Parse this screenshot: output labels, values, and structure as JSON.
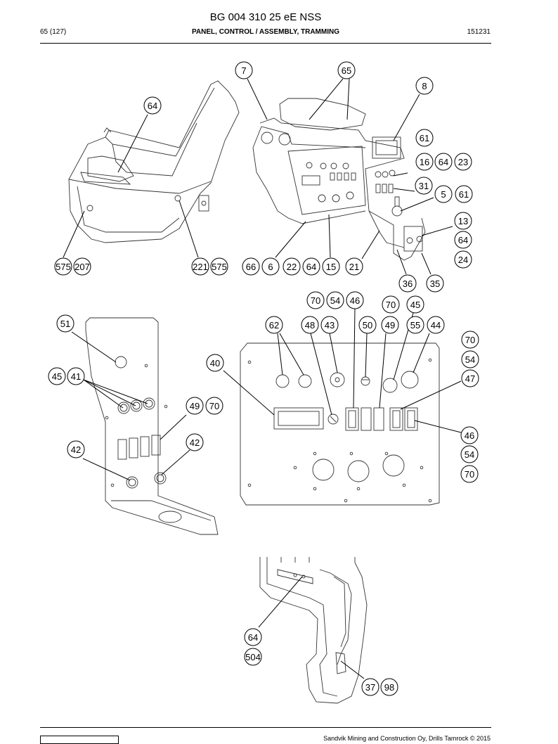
{
  "document": {
    "title": "BG 004 310 25 eE NSS",
    "page": "65 (127)",
    "section": "PANEL, CONTROL / ASSEMBLY, TRAMMING",
    "code": "151231"
  },
  "footer": {
    "text": "Sandvik Mining and Construction Oy, Drills Tamrock © 2015"
  },
  "callouts": {
    "c7": "7",
    "c65": "65",
    "c8": "8",
    "c64a": "64",
    "c61a": "61",
    "c16": "16",
    "c64b": "64",
    "c23": "23",
    "c31": "31",
    "c5": "5",
    "c61b": "61",
    "c13": "13",
    "c64c": "64",
    "c24": "24",
    "c575a": "575",
    "c207": "207",
    "c221": "221",
    "c575b": "575",
    "c66": "66",
    "c6": "6",
    "c22": "22",
    "c64d": "64",
    "c15": "15",
    "c21": "21",
    "c36": "36",
    "c35": "35",
    "c70a": "70",
    "c54a": "54",
    "c46a": "46",
    "c70b": "70",
    "c45a": "45",
    "c51": "51",
    "c62": "62",
    "c48": "48",
    "c43": "43",
    "c50": "50",
    "c49a": "49",
    "c55": "55",
    "c44": "44",
    "c70c": "70",
    "c54b": "54",
    "c40": "40",
    "c47": "47",
    "c45b": "45",
    "c41": "41",
    "c49b": "49",
    "c70d": "70",
    "c42a": "42",
    "c42b": "42",
    "c46b": "46",
    "c54c": "54",
    "c70e": "70",
    "c64e": "64",
    "c504": "504",
    "c37": "37",
    "c98": "98"
  }
}
